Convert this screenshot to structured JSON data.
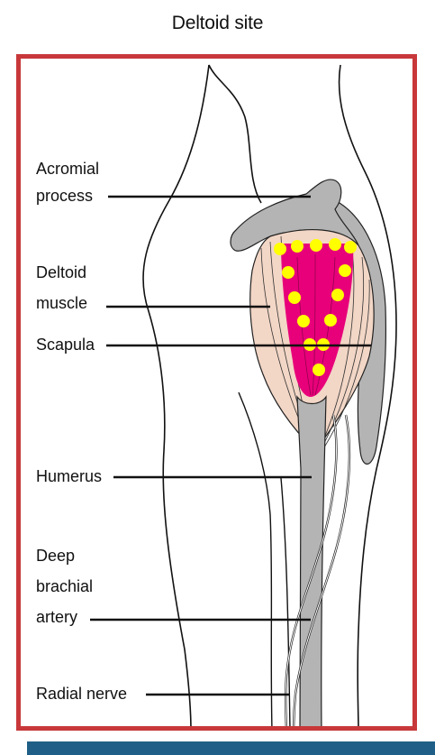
{
  "title": "Deltoid site",
  "colors": {
    "frame_border": "#c8383a",
    "bottom_bar": "#1f5e86",
    "bone_gray": "#b4b4b4",
    "muscle_tan": "#f2d6c6",
    "injection_zone": "#e8007a",
    "injection_dots": "#ffff00"
  },
  "labels": {
    "acromial_1": "Acromial",
    "acromial_2": "process",
    "deltoid_1": "Deltoid",
    "deltoid_2": "muscle",
    "scapula": "Scapula",
    "humerus": "Humerus",
    "deep_1": "Deep",
    "deep_2": "brachial",
    "deep_3": "artery",
    "radial": "Radial nerve"
  }
}
